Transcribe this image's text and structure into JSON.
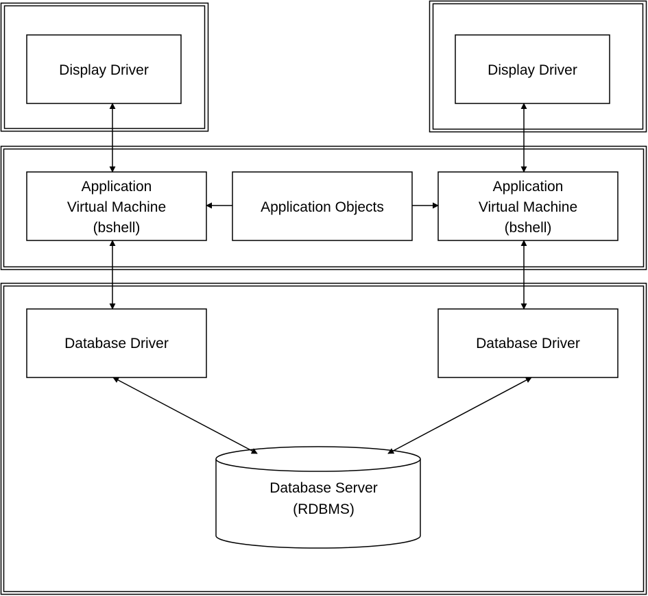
{
  "colors": {
    "line": "#000000",
    "background": "#ffffff"
  },
  "display_driver_left": {
    "label": "Display Driver"
  },
  "display_driver_right": {
    "label": "Display Driver"
  },
  "avm_left": {
    "lines": [
      "Application",
      "Virtual Machine",
      "(bshell)"
    ]
  },
  "avm_right": {
    "lines": [
      "Application",
      "Virtual Machine",
      "(bshell)"
    ]
  },
  "application_objects": {
    "label": "Application Objects"
  },
  "database_driver_left": {
    "label": "Database Driver"
  },
  "database_driver_right": {
    "label": "Database Driver"
  },
  "database_server": {
    "lines": [
      "Database Server",
      "(RDBMS)"
    ]
  }
}
